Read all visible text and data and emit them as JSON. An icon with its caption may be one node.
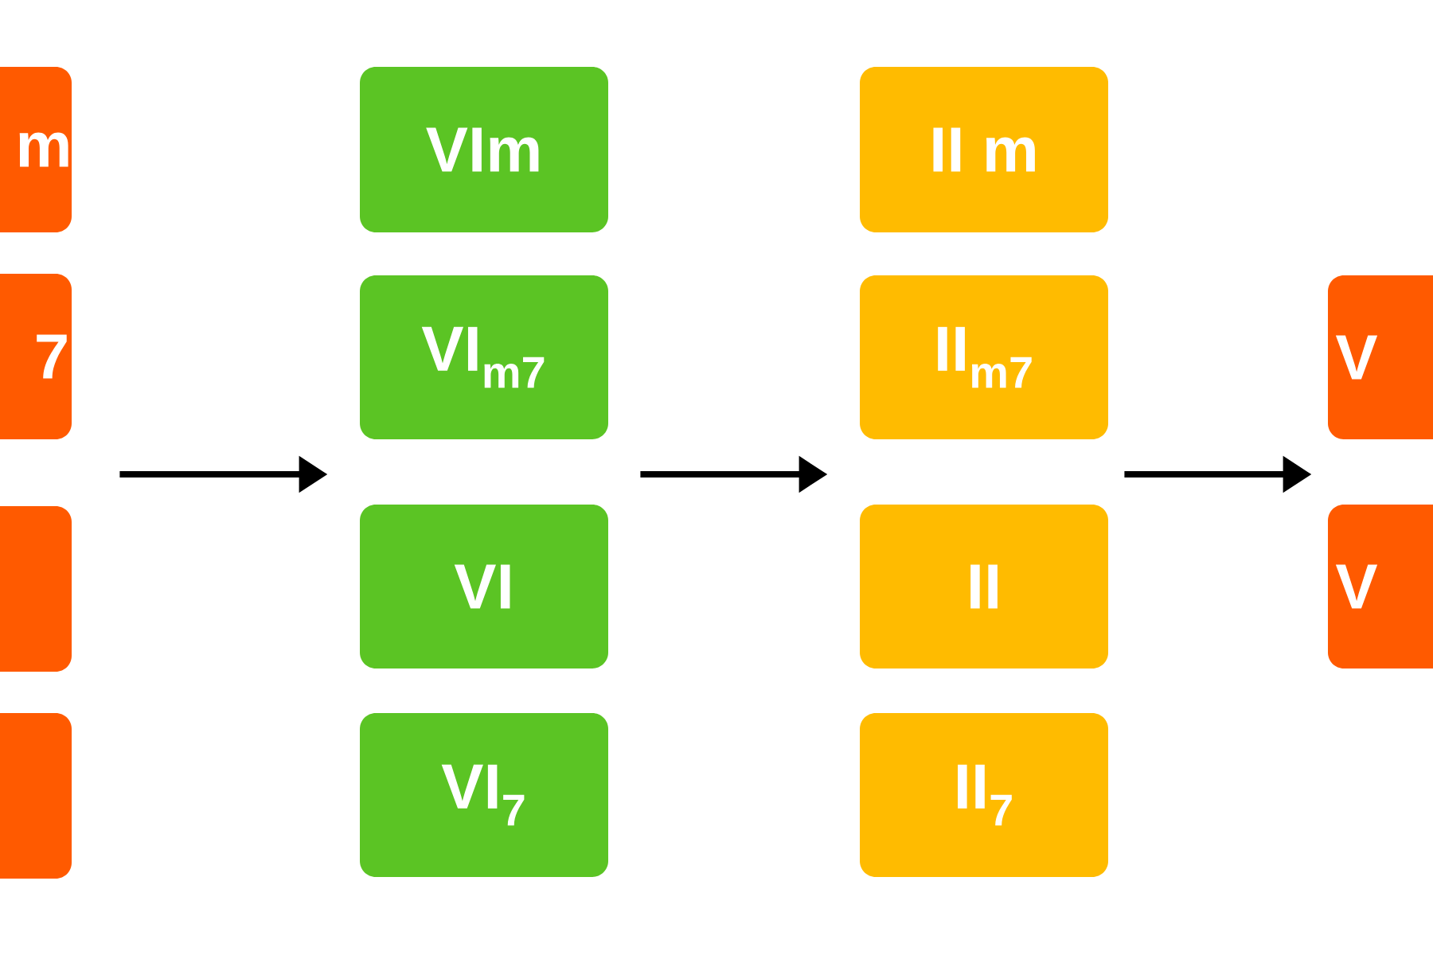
{
  "diagram": {
    "nodes": [
      {
        "text": [
          "m"
        ]
      },
      {
        "text": [
          "7"
        ]
      },
      {
        "text": [],
        "shape": "box"
      },
      {
        "text": [],
        "shape": "box"
      },
      {
        "text": [
          "VIm"
        ]
      },
      {
        "text": [
          "VI$_{m7}$"
        ]
      },
      {
        "text": [
          "VI"
        ]
      },
      {
        "text": [
          "VI$_{7}$"
        ]
      },
      {
        "text": [
          "II m"
        ]
      },
      {
        "text": [
          "II$_{m7}$"
        ]
      },
      {
        "text": [
          "II"
        ]
      },
      {
        "text": [
          "II$_{7}$"
        ]
      },
      {
        "text": [
          "V"
        ]
      },
      {
        "text": [
          "V"
        ]
      }
    ],
    "edges": [
      {
        "from": 1,
        "to": 5,
        "arrow": "to"
      },
      {
        "from": 5,
        "to": 9,
        "arrow": "to"
      },
      {
        "from": 10,
        "to": 13,
        "arrow": "to"
      }
    ]
  }
}
